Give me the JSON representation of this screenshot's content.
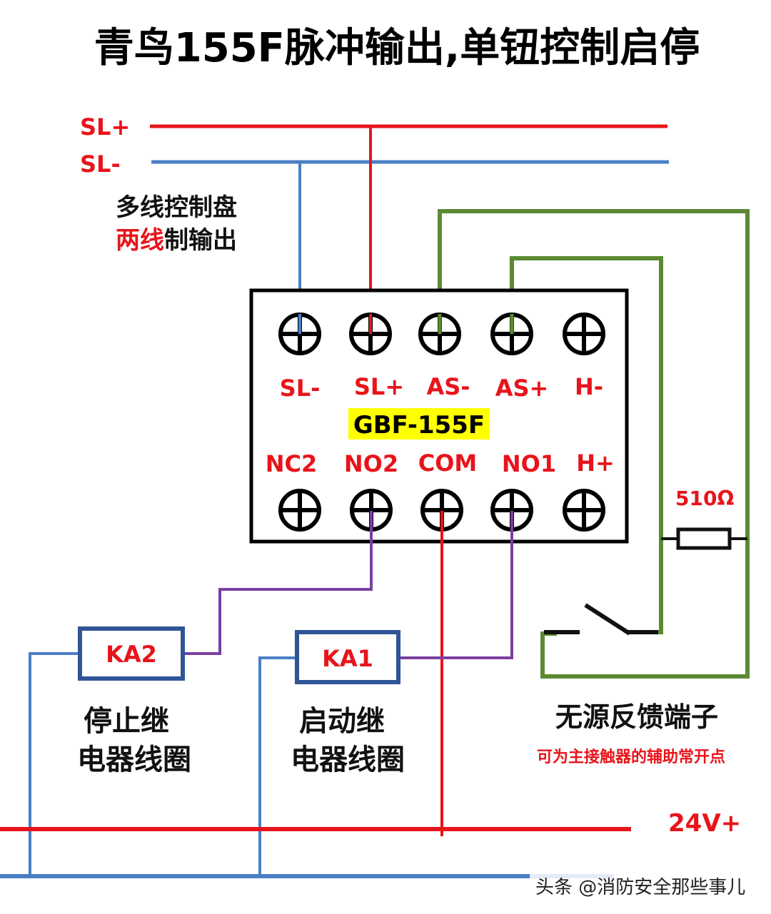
{
  "title": "青鸟155F脉冲输出,单钮控制启停",
  "bus": {
    "sl_plus": "SL+",
    "sl_minus": "SL-"
  },
  "panel_note": {
    "line1": "多线控制盘",
    "line2_red": "两线",
    "line2_black": "制输出"
  },
  "module": {
    "model": "GBF-155F",
    "top_terminals": [
      "SL-",
      "SL+",
      "AS-",
      "AS+",
      "H-"
    ],
    "bottom_terminals": [
      "NC2",
      "NO2",
      "COM",
      "NO1",
      "H+"
    ]
  },
  "resistor": {
    "label": "510Ω"
  },
  "relays": {
    "ka2": {
      "label": "KA2",
      "desc_line1": "停止继",
      "desc_line2": "电器线圈"
    },
    "ka1": {
      "label": "KA1",
      "desc_line1": "启动继",
      "desc_line2": "电器线圈"
    }
  },
  "feedback": {
    "title": "无源反馈端子",
    "note": "可为主接触器的辅助常开点"
  },
  "power": {
    "label": "24V+"
  },
  "watermark": {
    "text": "头条 @消防安全那些事儿"
  },
  "colors": {
    "red": "#e8141b",
    "blue": "#4a7fc6",
    "green": "#5b8a32",
    "purple": "#7b3fa0",
    "dark_blue": "#2f5597",
    "highlight": "#ffff00"
  }
}
